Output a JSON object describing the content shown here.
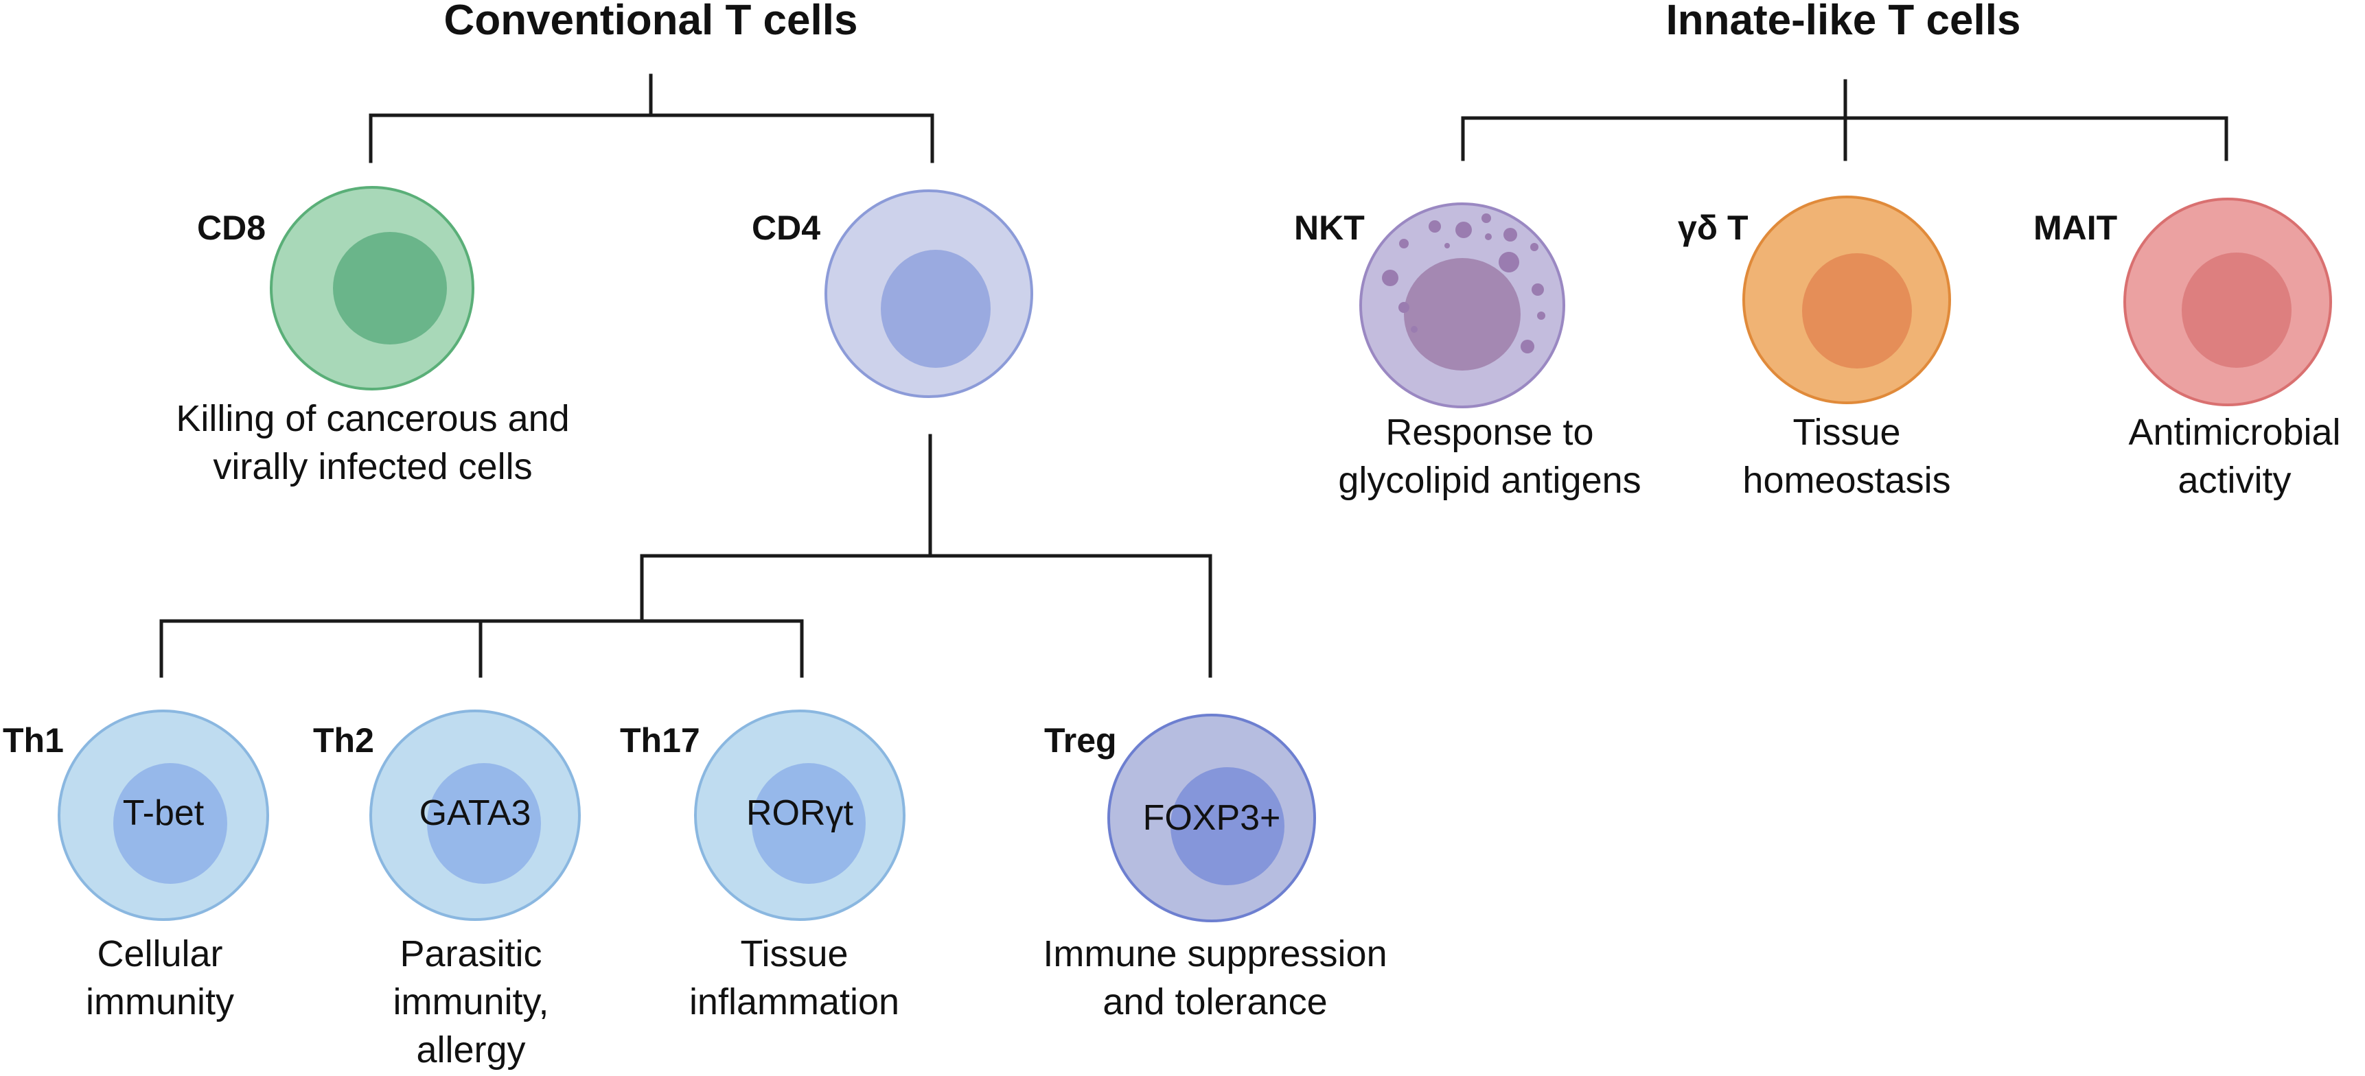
{
  "headers": {
    "conventional": "Conventional T cells",
    "innate": "Innate-like T cells"
  },
  "cells": {
    "cd8": {
      "label": "CD8",
      "desc": [
        "Killing of cancerous and",
        "virally infected cells"
      ],
      "outer": "#a8d8b8",
      "stroke": "#5aaf78",
      "nucleus": "#6ab58a"
    },
    "cd4": {
      "label": "CD4",
      "desc": [],
      "outer": "#cdd2eb",
      "stroke": "#8c9bd8",
      "nucleus": "#9aaae0"
    },
    "nkt": {
      "label": "NKT",
      "desc": [
        "Response to",
        "glycolipid antigens"
      ],
      "outer": "#c3bcdd",
      "stroke": "#9a88c2",
      "nucleus": "#a488b2"
    },
    "gdt": {
      "label": "γδ T",
      "desc": [
        "Tissue",
        "homeostasis"
      ],
      "outer": "#f0b374",
      "stroke": "#e08a3a",
      "nucleus": "#e58e58"
    },
    "mait": {
      "label": "MAIT",
      "desc": [
        "Antimicrobial",
        "activity"
      ],
      "outer": "#eba1a1",
      "stroke": "#d97070",
      "nucleus": "#dd7f7f"
    },
    "th1": {
      "label": "Th1",
      "marker": "T-bet",
      "desc": [
        "Cellular",
        "immunity"
      ],
      "outer": "#bfdcf0",
      "stroke": "#8ab7e0",
      "nucleus": "#96b8ea"
    },
    "th2": {
      "label": "Th2",
      "marker": "GATA3",
      "desc": [
        "Parasitic",
        "immunity,",
        "allergy"
      ],
      "outer": "#bfdcf0",
      "stroke": "#8ab7e0",
      "nucleus": "#96b8ea"
    },
    "th17": {
      "label": "Th17",
      "marker": "RORγt",
      "desc": [
        "Tissue",
        "inflammation"
      ],
      "outer": "#bfdcf0",
      "stroke": "#8ab7e0",
      "nucleus": "#96b8ea"
    },
    "treg": {
      "label": "Treg",
      "marker": "FOXP3+",
      "desc": [
        "Immune suppression",
        "and tolerance"
      ],
      "outer": "#b6bde0",
      "stroke": "#6d7fd0",
      "nucleus": "#8596da"
    }
  },
  "colors": {
    "line": "#1a1a1a"
  }
}
